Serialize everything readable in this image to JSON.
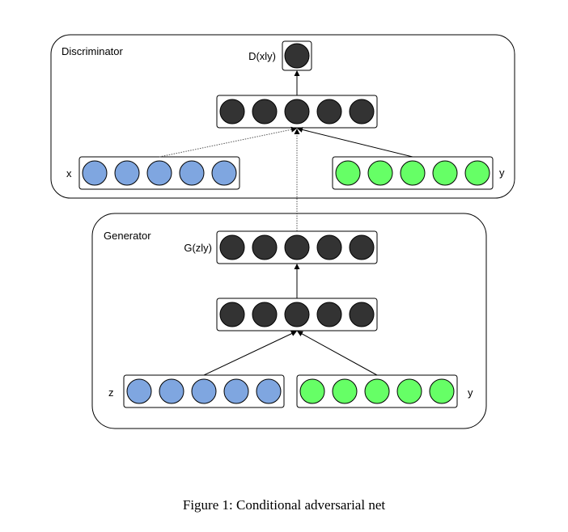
{
  "discriminator": {
    "title": "Discriminator",
    "output_label": "D(xly)",
    "input_x_label": "x",
    "input_y_label": "y"
  },
  "generator": {
    "title": "Generator",
    "output_label": "G(zly)",
    "input_z_label": "z",
    "input_y_label": "y"
  },
  "caption": {
    "prefix": "Figure 1:",
    "text": "Conditional adversarial net"
  },
  "colors": {
    "dark_node": "#333333",
    "blue_node": "#7fa6e0",
    "green_node": "#66ff66",
    "stroke": "#000000"
  }
}
